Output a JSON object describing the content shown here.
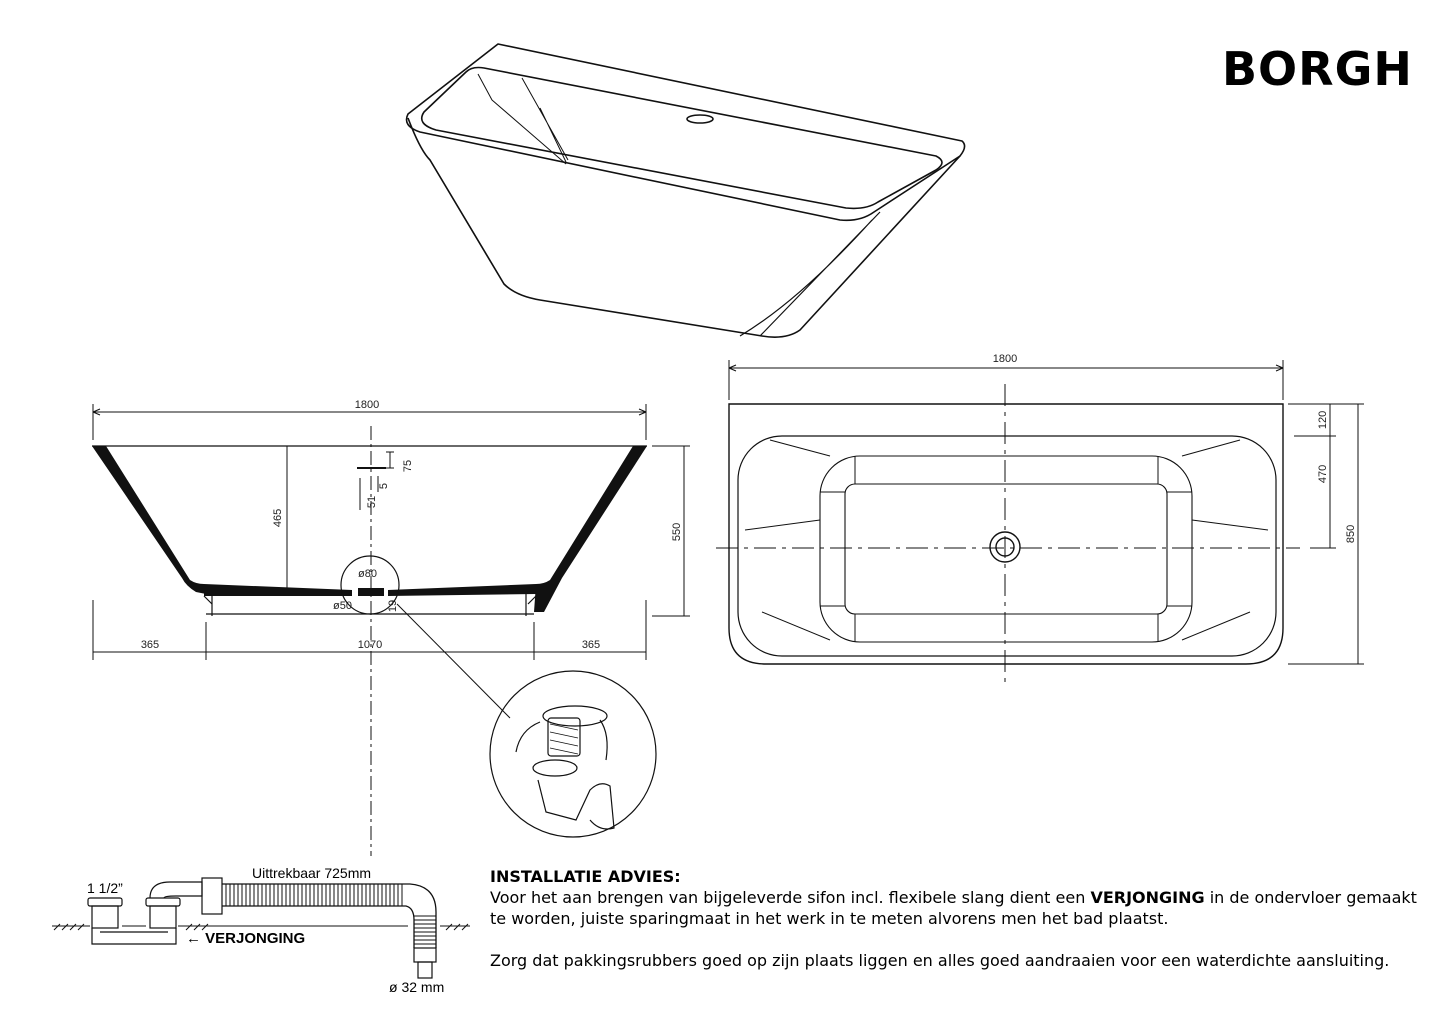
{
  "brand": "BORGH",
  "side_view": {
    "overall_width": "1800",
    "left_offset": "365",
    "base_width": "1070",
    "right_offset": "365",
    "total_height": "550",
    "inner_depth": "465",
    "overflow_height": "75",
    "overflow_gap": "5",
    "drain_offset": "51",
    "drain_outer_dia": "ø80",
    "drain_inner_dia": "ø50",
    "drain_depth": "19"
  },
  "top_view": {
    "overall_length": "1800",
    "overall_width": "850",
    "rim_width": "120",
    "center_offset": "470"
  },
  "sifon": {
    "thread_size": "1 1/2”",
    "extendable_label": "Uittrekbaar 725mm",
    "reducer_label": "← VERJONGING",
    "pipe_diameter": "ø 32 mm"
  },
  "advice": {
    "heading": "INSTALLATIE ADVIES:",
    "line1_pre": "Voor het aan brengen van bijgeleverde sifon incl. flexibele slang dient een ",
    "line1_bold": "VERJONGING",
    "line1_post": " in de ondervloer gemaakt",
    "line2": "te worden, juiste sparingmaat in het werk in te meten alvorens men het bad plaatst.",
    "line3": "Zorg dat pakkingsrubbers goed op zijn plaats liggen en alles goed aandraaien voor een waterdichte aansluiting."
  }
}
